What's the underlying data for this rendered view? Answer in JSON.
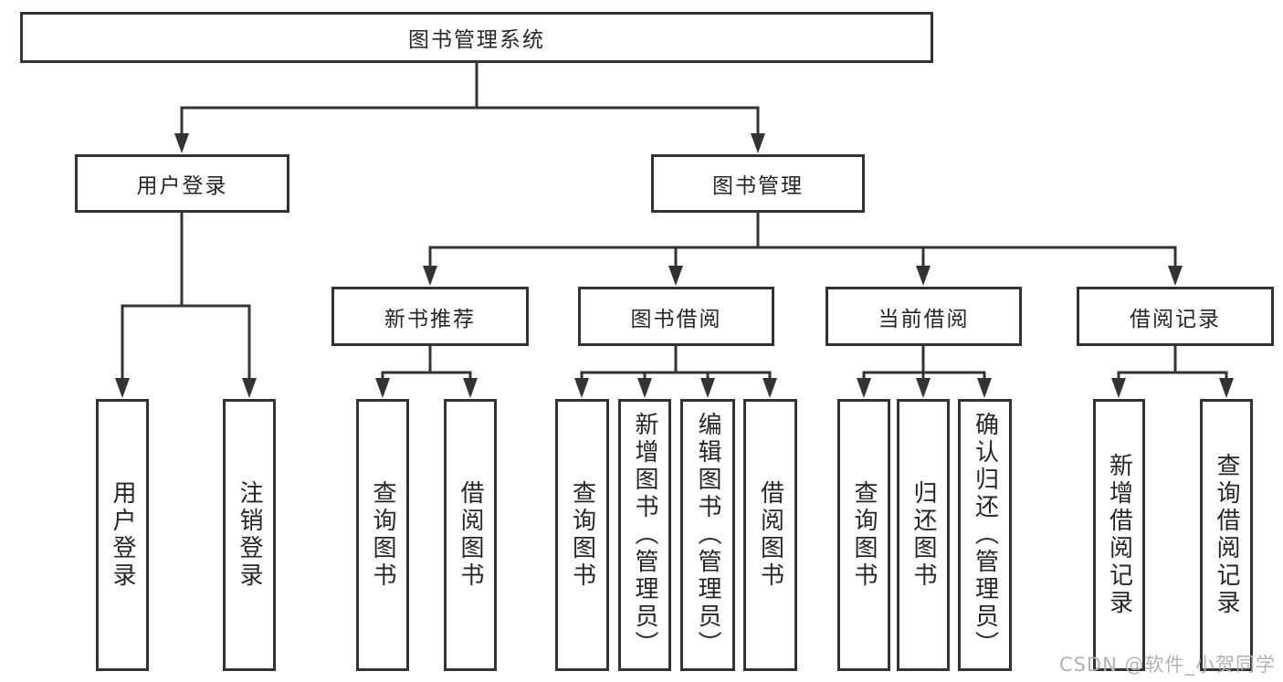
{
  "diagram": {
    "title": "图书管理系统",
    "watermark": "CSDN @软件_小贺同学",
    "colors": {
      "line": "#333333",
      "box_fill": "#ffffff",
      "text": "#262626",
      "watermark": "#b3b3b3",
      "background": "#ffffff"
    },
    "tree": {
      "root": "图书管理系统",
      "children": [
        {
          "label": "用户登录",
          "children": [
            "用户登录",
            "注销登录"
          ]
        },
        {
          "label": "图书管理",
          "children": [
            {
              "label": "新书推荐",
              "children": [
                "查询图书",
                "借阅图书"
              ]
            },
            {
              "label": "图书借阅",
              "children": [
                "查询图书",
                "新增图书（管理员）",
                "编辑图书（管理员）",
                "借阅图书"
              ]
            },
            {
              "label": "当前借阅",
              "children": [
                "查询图书",
                "归还图书",
                "确认归还（管理员）"
              ]
            },
            {
              "label": "借阅记录",
              "children": [
                "新增借阅记录",
                "查询借阅记录"
              ]
            }
          ]
        }
      ]
    }
  }
}
